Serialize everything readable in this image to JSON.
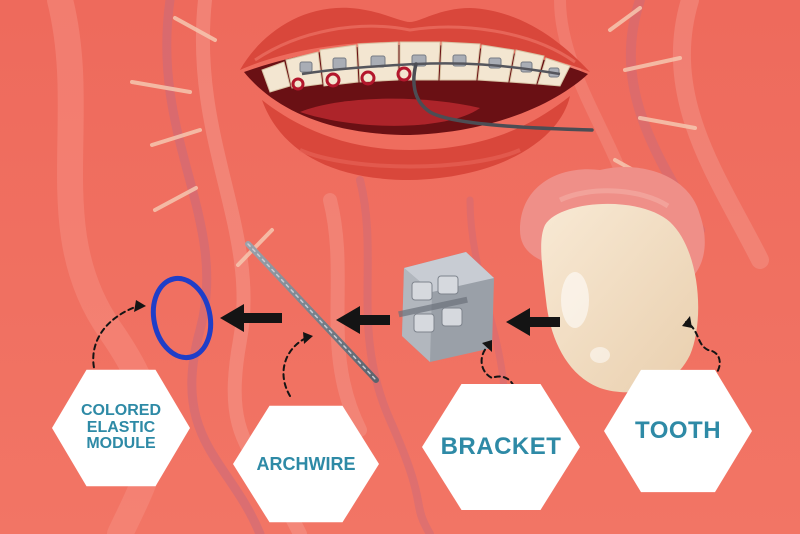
{
  "labels": {
    "colored_elastic_module": "COLORED\nELASTIC\nMODULE",
    "archwire": "ARCHWIRE",
    "bracket": "BRACKET",
    "tooth": "TOOTH"
  },
  "colors": {
    "background": "#f16b5c",
    "label_text": "#2e8aa6",
    "elastic_band": "#1f3ec8",
    "arrow": "#141414",
    "lips": "#d9473b",
    "tooth": "#f1dcc0",
    "gum": "#ef8f88",
    "bracket": "#b9bcc3"
  },
  "icons": [
    "mouth-with-braces",
    "elastic-ring",
    "archwire-segment",
    "bracket-block",
    "tooth-with-gum",
    "left-arrow",
    "dashed-leader-line"
  ]
}
